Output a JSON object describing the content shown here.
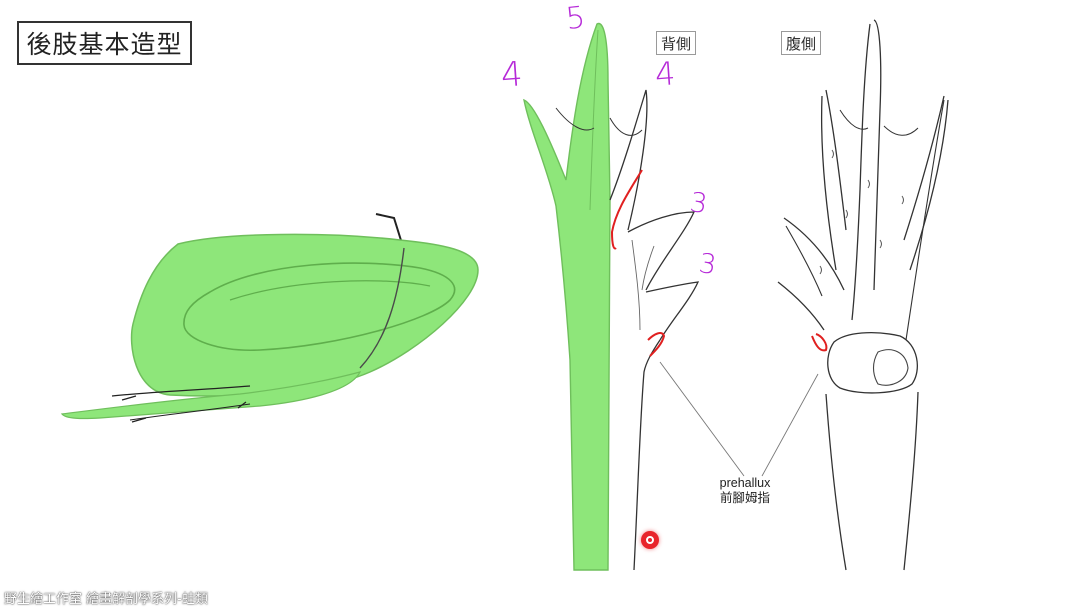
{
  "title": "後肢基本造型",
  "views": {
    "dorsal": "背側",
    "ventral": "腹側"
  },
  "annotation": {
    "latin": "prehallux",
    "chinese": "前腳姆指"
  },
  "digit_numbers": {
    "top": "5",
    "left": "4",
    "right": "4",
    "upper_three": "3",
    "lower_three": "3"
  },
  "watermark": "野生繪工作室  繪畫解剖學系列-蛙類",
  "colors": {
    "highlight_green": "#8ee67a",
    "digit_ink": "#b62ad8",
    "red_ink": "#e02020",
    "line_ink": "#2a2a2a"
  },
  "icons": {
    "cursor": "red-dot-pointer-icon"
  }
}
